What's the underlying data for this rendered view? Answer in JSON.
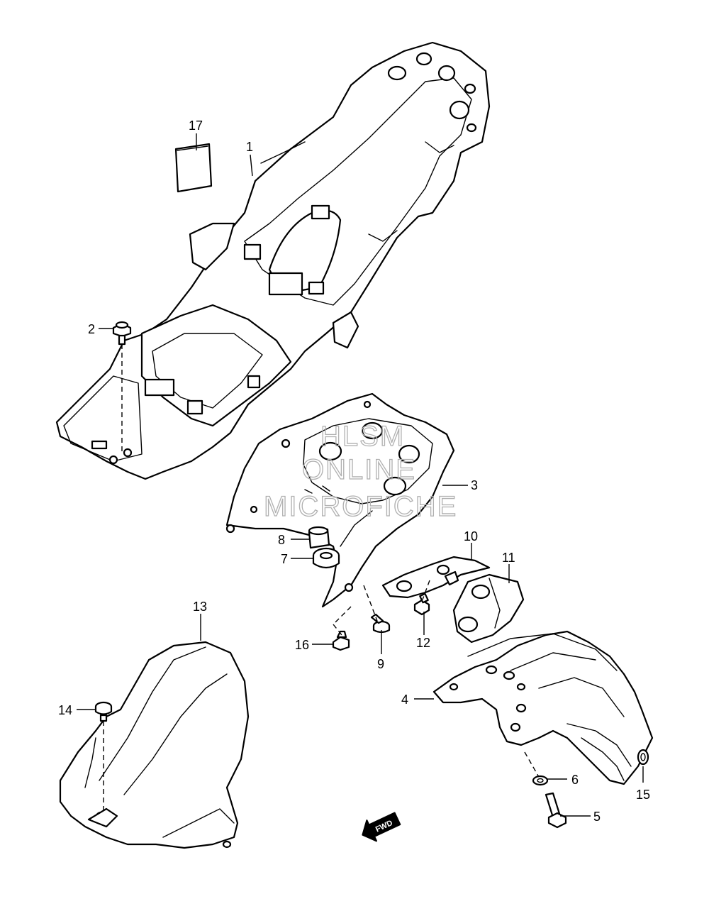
{
  "watermark": {
    "line1": "HLSM",
    "line2": "ONLINE",
    "line3": "MICROFICHE"
  },
  "callouts": [
    "1",
    "2",
    "3",
    "4",
    "5",
    "6",
    "7",
    "8",
    "9",
    "10",
    "11",
    "12",
    "13",
    "14",
    "15",
    "16",
    "17"
  ],
  "fwd_label": "FWD"
}
